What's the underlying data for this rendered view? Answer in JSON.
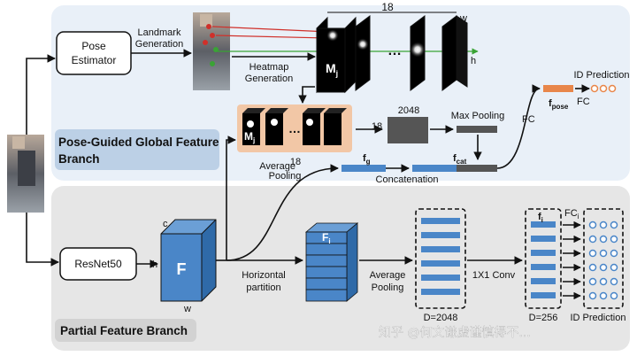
{
  "branches": {
    "top_title_line1": "Pose-Guided Global Feature",
    "top_title_line2": "Branch",
    "bottom_title": "Partial Feature Branch"
  },
  "nodes": {
    "pose_estimator_line1": "Pose",
    "pose_estimator_line2": "Estimator",
    "resnet": "ResNet50",
    "feature_map_letter": "F",
    "feature_map_dim_c": "c",
    "feature_map_dim_h": "h",
    "feature_map_dim_w": "w",
    "stripes_label": "F",
    "stripes_sub": "i",
    "heatmap_label": "M",
    "heatmap_sub": "j",
    "pooled_label": "M",
    "pooled_sub": "j",
    "ellipsis_heatmap": "…",
    "ellipsis_pooled": "…"
  },
  "labels": {
    "landmark_line1": "Landmark",
    "landmark_line2": "Generation",
    "heatmap_gen_line1": "Heatmap",
    "heatmap_gen_line2": "Generation",
    "heatmap_count": "18",
    "heatmap_w": "w",
    "heatmap_h": "h",
    "pooled_count": "18",
    "arrow_18": "18",
    "dim_2048": "2048",
    "max_pooling": "Max Pooling",
    "avg_pool_top_line1": "Average",
    "avg_pool_top_line2": "Pooling",
    "f_g": "f",
    "f_g_sub": "g",
    "f_cat": "f",
    "f_cat_sub": "cat",
    "concatenation": "Concatenation",
    "fc_up": "FC",
    "f_pose": "f",
    "f_pose_sub": "pose",
    "fc_right": "FC",
    "id_prediction_top": "ID Prediction",
    "horizontal_line1": "Horizontal",
    "horizontal_line2": "partition",
    "avg_pool_bottom_line1": "Average",
    "avg_pool_bottom_line2": "Pooling",
    "d2048": "D=2048",
    "conv1x1": "1X1 Conv",
    "f_i": "f",
    "f_i_sub": "i",
    "d256": "D=256",
    "fc_i": "FC",
    "fc_i_sub": "i",
    "id_prediction_bottom": "ID Prediction"
  },
  "watermark": "知乎 @何文谦虚谨慎得不...",
  "colors": {
    "top_panel": "#e9f0f8",
    "bottom_panel": "#e6e6e6",
    "title_box": "#bcd0e6",
    "feature_blue": "#4a86c8",
    "orange_box": "#f2c7a6",
    "orange_circle": "#e8864a",
    "grey_block": "#555555",
    "id_circle_blue": "#4a86c8"
  }
}
